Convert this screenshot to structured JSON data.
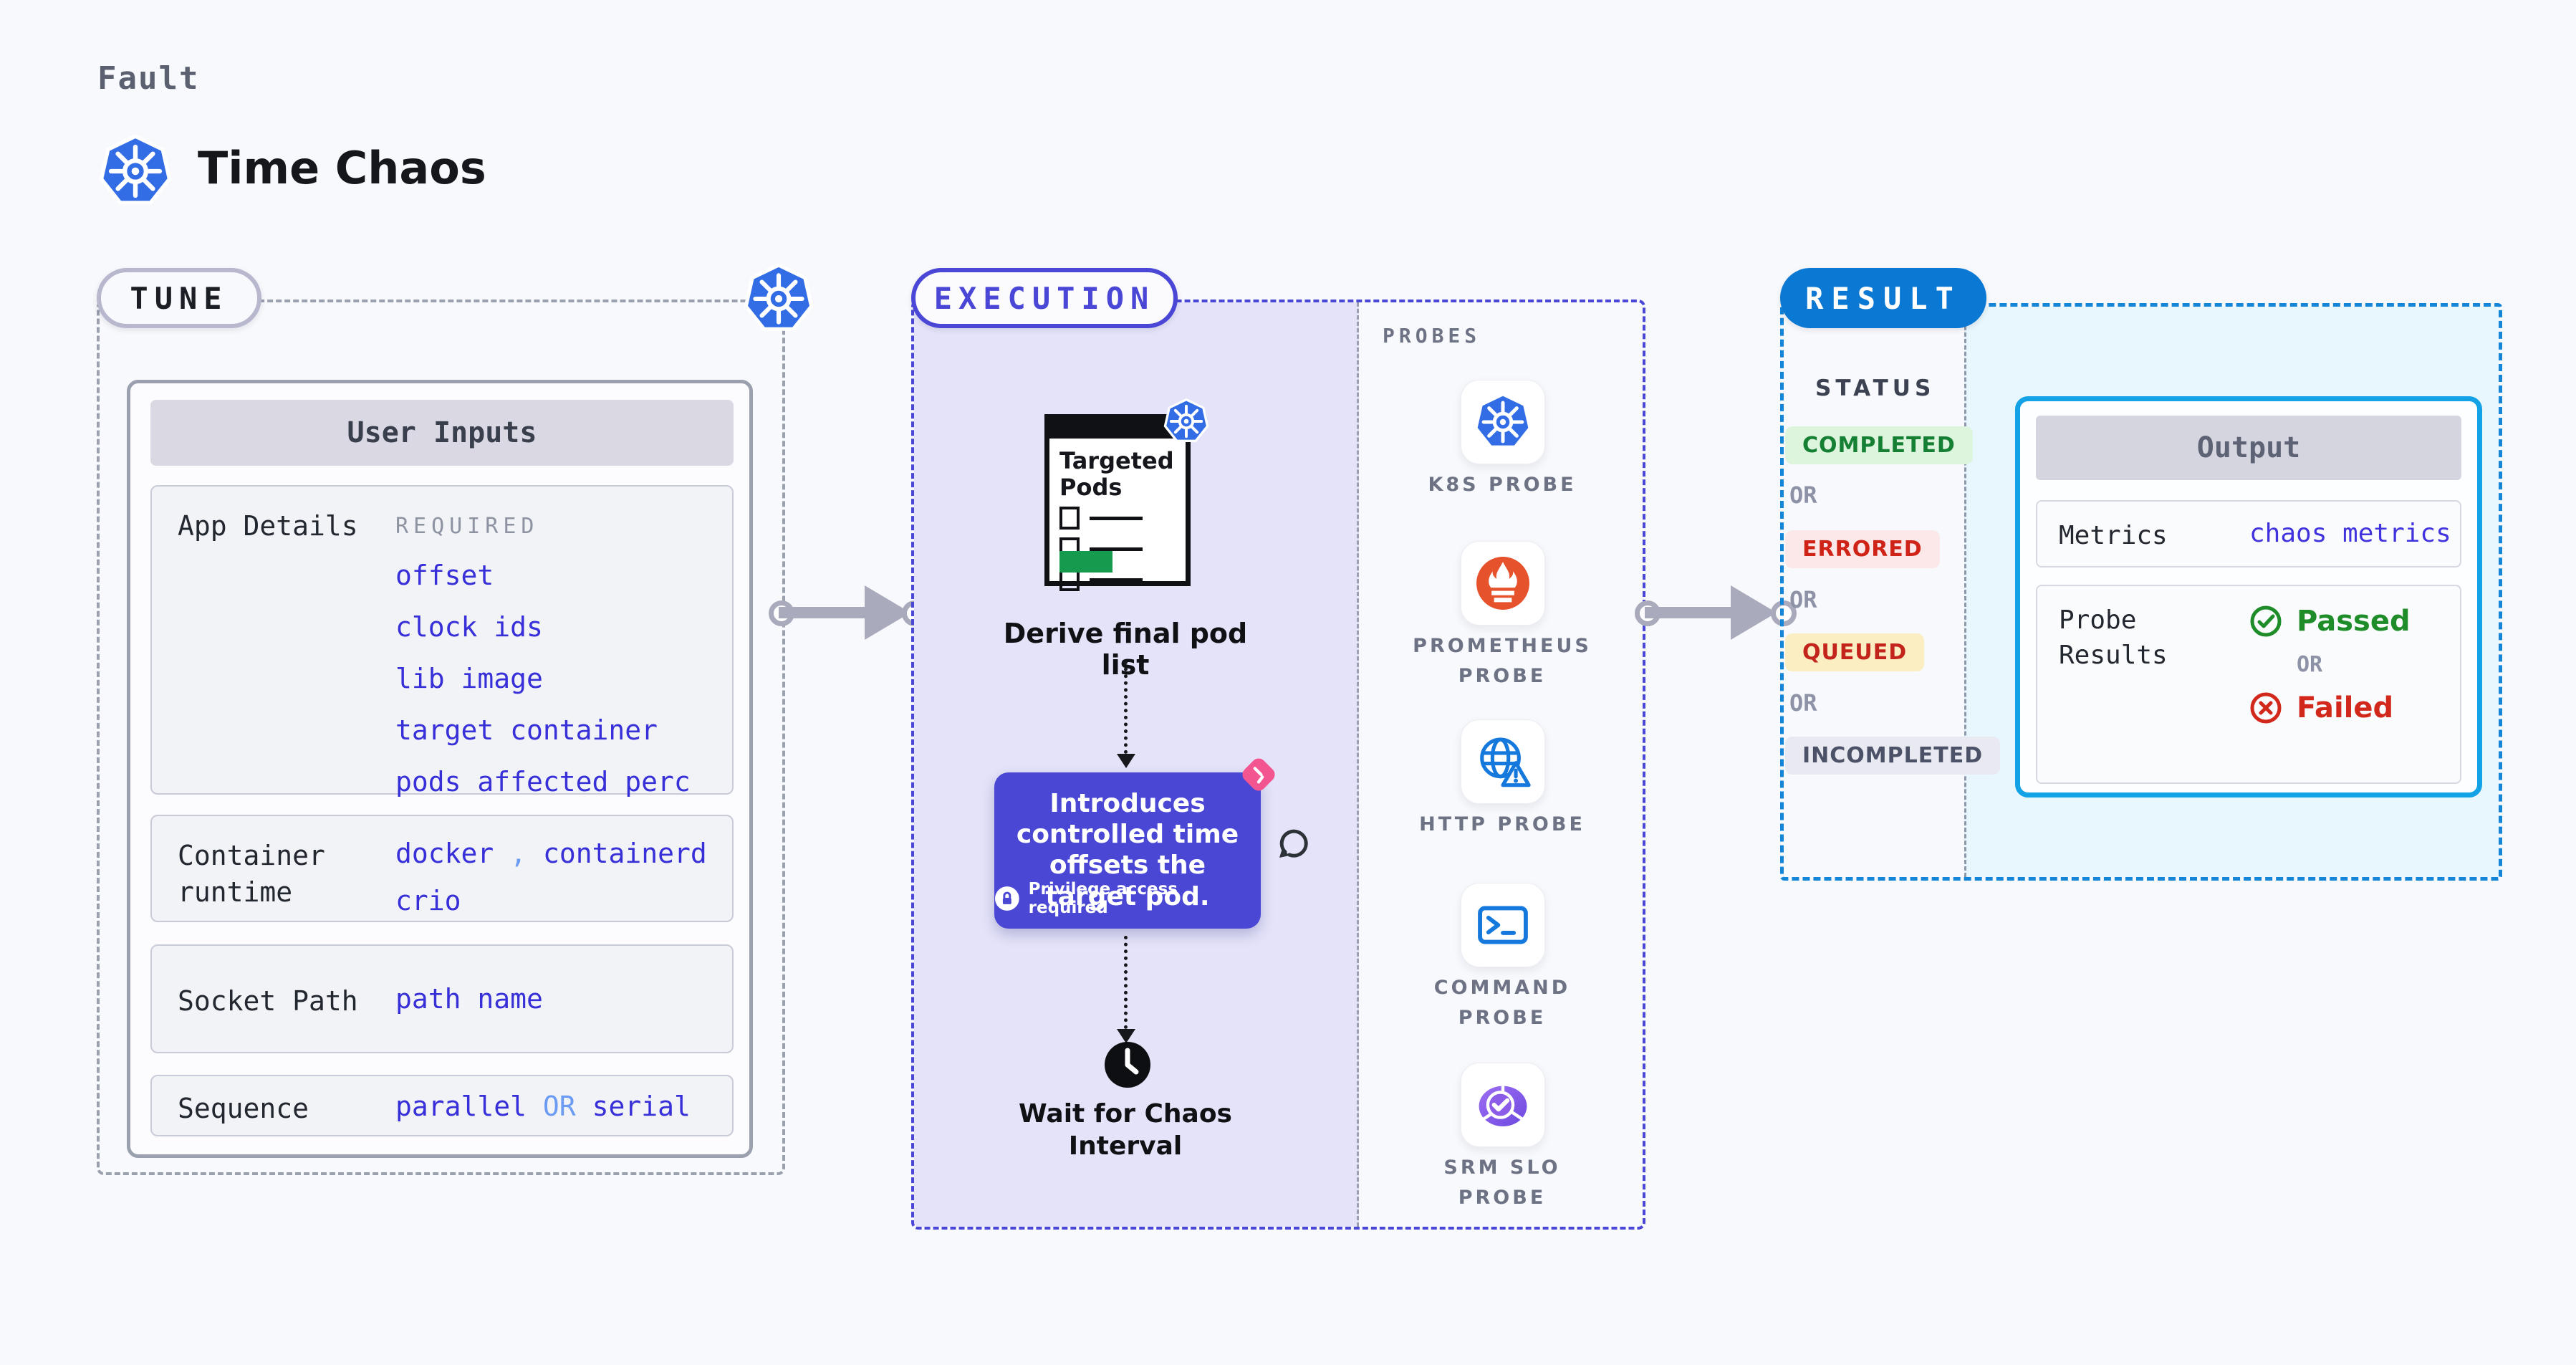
{
  "header": {
    "kicker": "Fault",
    "title": "Time Chaos"
  },
  "tune": {
    "pill": "TUNE",
    "card_title": "User Inputs",
    "rows": {
      "app_details": {
        "label": "App Details",
        "tag": "REQUIRED",
        "links": [
          "offset",
          "clock ids",
          "lib image",
          "target container",
          "pods affected perc"
        ]
      },
      "container_runtime": {
        "label": "Container runtime",
        "value_a": "docker",
        "comma": ",",
        "value_b": "containerd",
        "value_c": "crio"
      },
      "socket_path": {
        "label": "Socket Path",
        "value": "path name"
      },
      "sequence": {
        "label": "Sequence",
        "value_a": "parallel",
        "or": "OR",
        "value_b": "serial"
      }
    }
  },
  "execution": {
    "pill": "EXECUTION",
    "targeted_pods_label": "Targeted Pods",
    "derive_label": "Derive final pod list",
    "tooltip": {
      "text": "Introduces controlled time offsets the target pod.",
      "note": "Privilege access required"
    },
    "wait_label": "Wait for Chaos Interval"
  },
  "probes": {
    "title": "PROBES",
    "items": [
      {
        "label": "K8S PROBE",
        "icon": "kubernetes-icon"
      },
      {
        "label": "PROMETHEUS PROBE",
        "icon": "prometheus-icon"
      },
      {
        "label": "HTTP PROBE",
        "icon": "http-globe-icon"
      },
      {
        "label": "COMMAND PROBE",
        "icon": "terminal-icon"
      },
      {
        "label": "SRM SLO PROBE",
        "icon": "slo-gauge-icon"
      }
    ]
  },
  "result": {
    "pill": "RESULT",
    "status_title": "STATUS",
    "or": "OR",
    "statuses": [
      {
        "label": "COMPLETED",
        "type": "success"
      },
      {
        "label": "ERRORED",
        "type": "error"
      },
      {
        "label": "QUEUED",
        "type": "queued"
      },
      {
        "label": "INCOMPLETED",
        "type": "incomplete"
      }
    ],
    "output": {
      "title": "Output",
      "metrics_label": "Metrics",
      "metrics_value": "chaos metrics",
      "probe_results_label": "Probe Results",
      "passed": "Passed",
      "or": "OR",
      "failed": "Failed"
    }
  },
  "colors": {
    "accent_indigo": "#4b47d6",
    "link_blue": "#372fd8",
    "light_blue": "#6b9bf2",
    "result_blue": "#0b79d3",
    "cyan_border": "#14a2e6",
    "green": "#1e8c28",
    "red": "#d2281c",
    "lavender_bg": "#e4e3f9",
    "cyan_bg": "#e8f6fd"
  }
}
